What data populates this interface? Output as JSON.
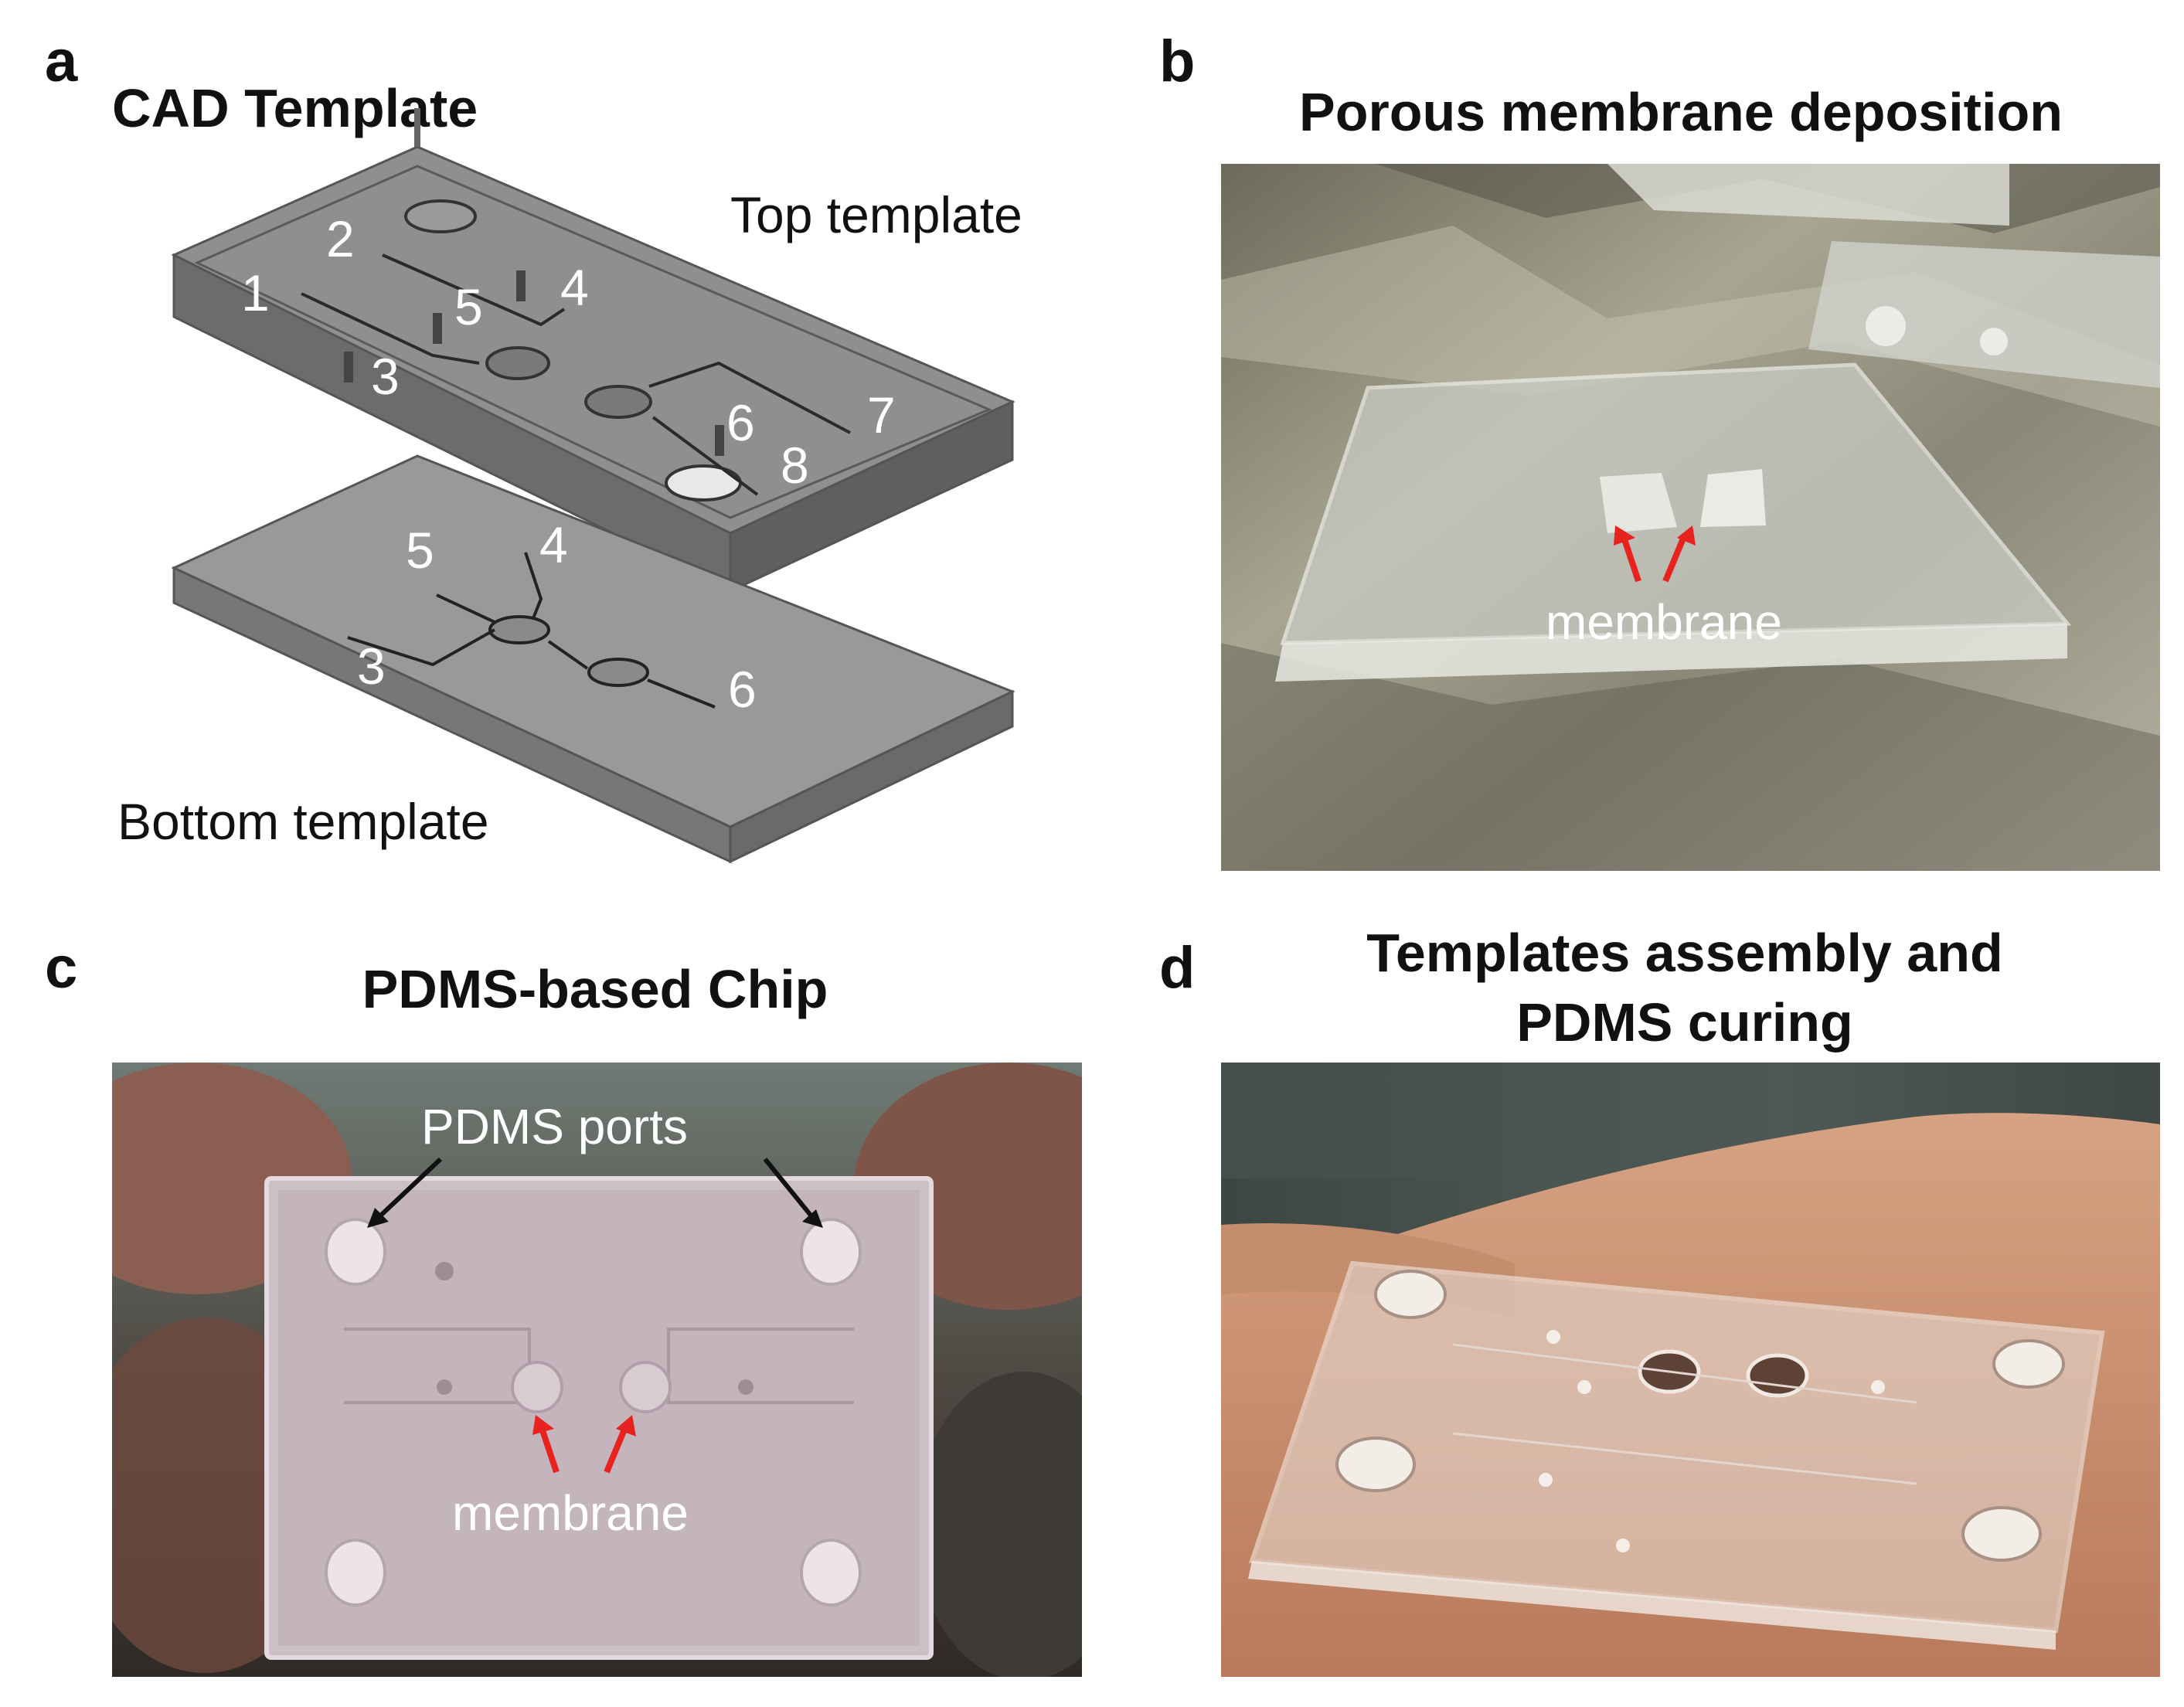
{
  "panels": {
    "a": {
      "letter": "a",
      "title": "CAD Template",
      "top_label": "Top template",
      "bottom_label": "Bottom template",
      "top_numbers": [
        "1",
        "2",
        "3",
        "4",
        "5",
        "6",
        "7",
        "8"
      ],
      "bottom_numbers": [
        "5",
        "4",
        "3",
        "6"
      ]
    },
    "b": {
      "letter": "b",
      "title": "Porous membrane deposition",
      "annotation": "membrane"
    },
    "c": {
      "letter": "c",
      "title": "PDMS-based Chip",
      "ports_label": "PDMS ports",
      "annotation": "membrane"
    },
    "d": {
      "letter": "d",
      "title_line1": "Templates assembly and",
      "title_line2": "PDMS curing"
    }
  },
  "colors": {
    "cad_gray": "#7b7b7b",
    "arrow_red": "#e8231f",
    "arrow_black": "#111111"
  }
}
